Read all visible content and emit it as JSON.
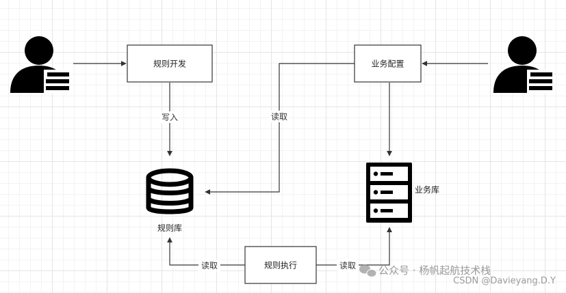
{
  "nodes": {
    "rule_dev": "规则开发",
    "biz_config": "业务配置",
    "rule_exec": "规则执行",
    "rule_db": "规则库",
    "biz_db": "业务库"
  },
  "edges": {
    "write": "写入",
    "read_config": "读取",
    "read_exec_left": "读取",
    "read_exec_right": "读取"
  },
  "icons": {
    "user_left": "user-icon",
    "user_right": "user-icon",
    "rule_db": "database-icon",
    "biz_db": "server-icon",
    "watermark": "wechat-icon"
  },
  "watermark": {
    "text": "公众号 · 杨帆起航技术栈",
    "csdn": "CSDN @Davieyang.D.Y"
  },
  "colors": {
    "line": "#333333",
    "icon": "#000000",
    "watermark": "#9a9a9a"
  }
}
